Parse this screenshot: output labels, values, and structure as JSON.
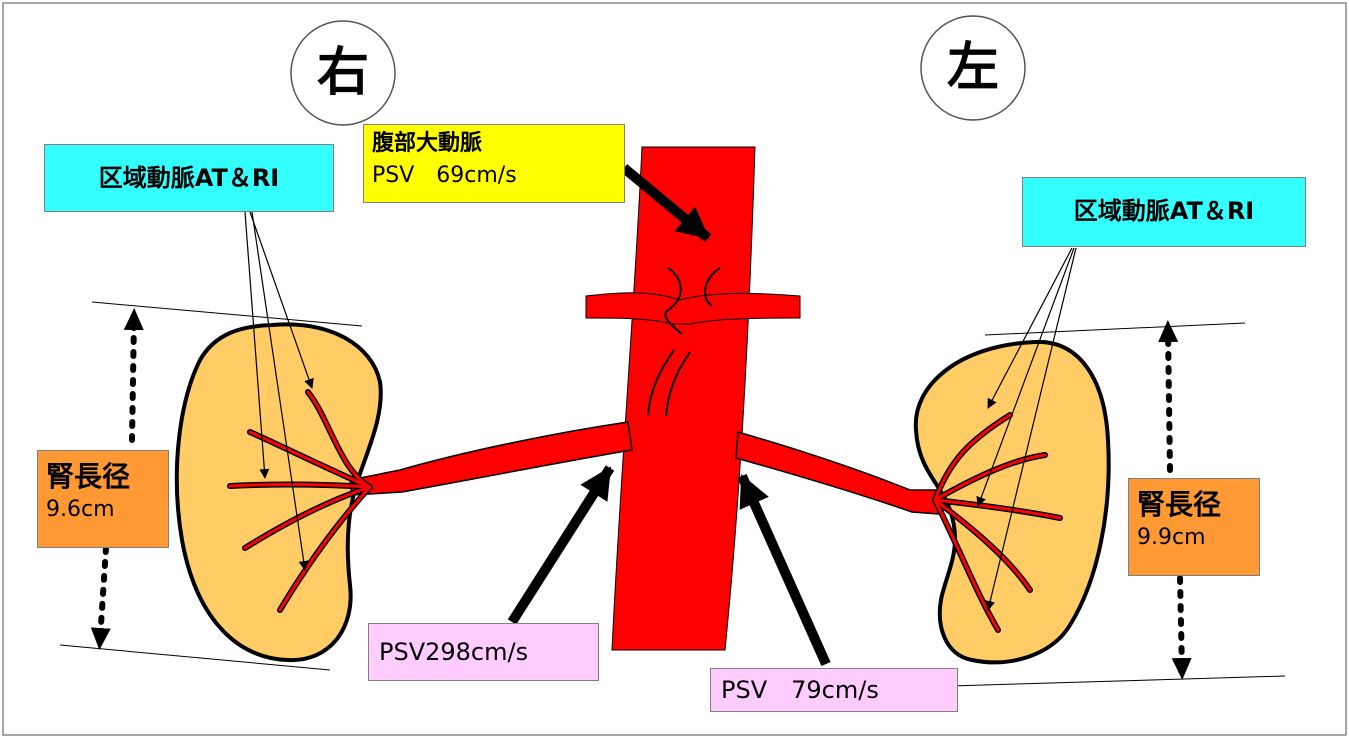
{
  "side_labels": {
    "right": "右",
    "left": "左"
  },
  "aorta_label": {
    "title": "腹部大動脈",
    "psv": "PSV　69cm/s"
  },
  "segmental_label_right": "区域動脈AT＆RI",
  "segmental_label_left": "区域動脈AT＆RI",
  "kidney_right": {
    "title": "腎長径",
    "value": "9.6cm"
  },
  "kidney_left": {
    "title": "腎長径",
    "value": "9.9cm"
  },
  "renal_artery_right": {
    "psv": "PSV298cm/s"
  },
  "renal_artery_left": {
    "psv": "PSV　79cm/s"
  },
  "colors": {
    "vessel": "#ff0000",
    "kidney": "#ffcc66",
    "segmental_box": "#33ffff",
    "aorta_box": "#ffff00",
    "length_box": "#ff9933",
    "psv_box": "#ffccff"
  }
}
